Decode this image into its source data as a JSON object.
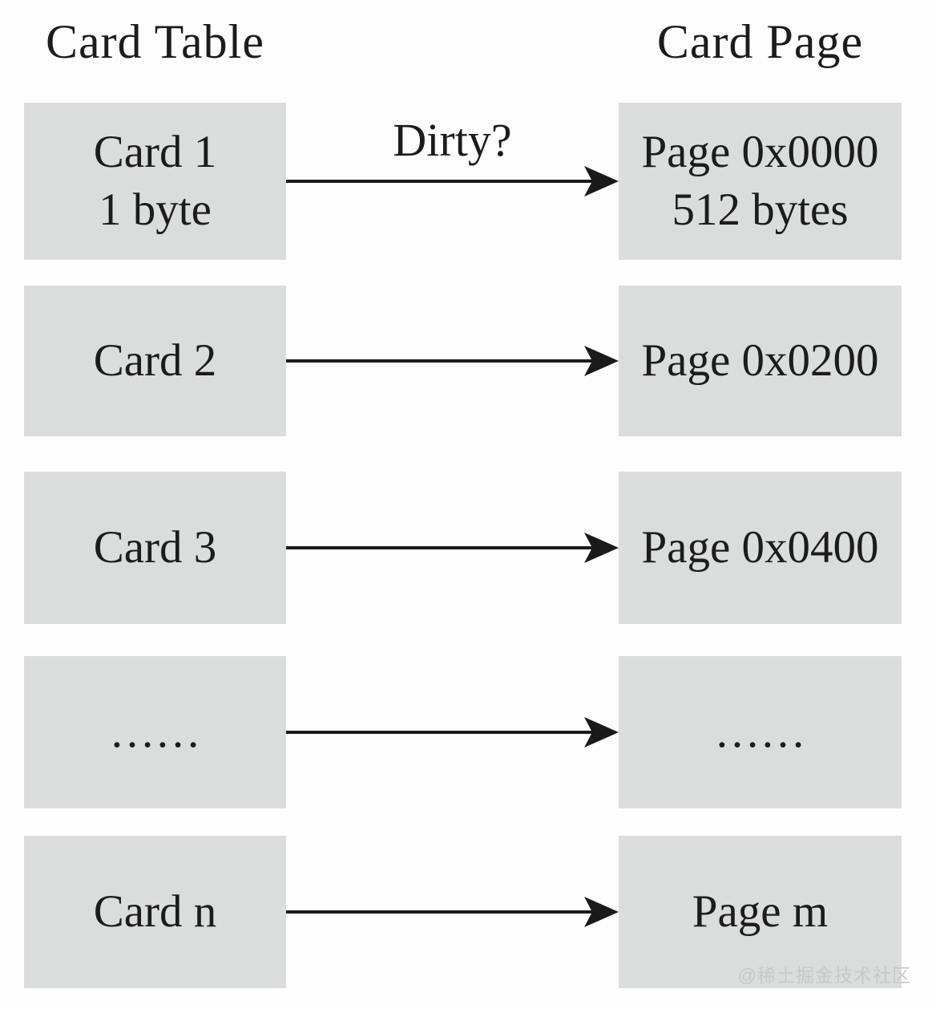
{
  "titles": {
    "left": "Card Table",
    "right": "Card Page"
  },
  "rows": [
    {
      "left_lines": [
        "Card 1",
        "1 byte"
      ],
      "right_lines": [
        "Page 0x0000",
        "512 bytes"
      ],
      "arrow_label": "Dirty?"
    },
    {
      "left_lines": [
        "Card 2"
      ],
      "right_lines": [
        "Page 0x0200"
      ]
    },
    {
      "left_lines": [
        "Card 3"
      ],
      "right_lines": [
        "Page 0x0400"
      ]
    },
    {
      "left_lines": [
        "……"
      ],
      "right_lines": [
        "……"
      ]
    },
    {
      "left_lines": [
        "Card n"
      ],
      "right_lines": [
        "Page m"
      ]
    }
  ],
  "watermark": "@稀土掘金技术社区",
  "colors": {
    "box_fill": "#dbdddc",
    "text": "#1c1c1c",
    "arrow": "#1a1a1a",
    "watermark": "#c7c9c8",
    "background": "#fdfdfd"
  }
}
